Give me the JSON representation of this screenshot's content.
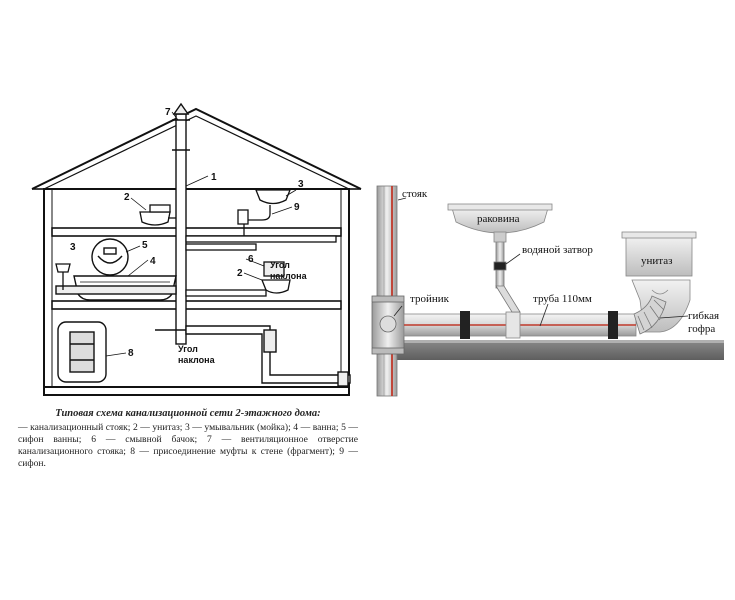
{
  "left": {
    "numbers": [
      "1",
      "2",
      "3",
      "4",
      "5",
      "6",
      "7",
      "8",
      "9",
      "2",
      "3"
    ],
    "angle_label_1": [
      "Угол",
      "наклона"
    ],
    "angle_label_2": [
      "Угол",
      "наклона"
    ]
  },
  "caption": {
    "title": "Типовая схема канализационной сети 2-этажного дома:",
    "body": "— канализационный стояк; 2 — унитаз; 3 — умывальник (мойка); 4 — ванна; 5 — сифон ванны; 6 — смывной бачок; 7 — вентиляционное отверстие канализационного стояка; 8 — присоединение муфты к стене (фрагмент); 9 — сифон."
  },
  "right": {
    "riser": "стояк",
    "sink": "раковина",
    "water_seal": "водяной затвор",
    "toilet": "унитаз",
    "tee": "тройник",
    "pipe": "труба 110мм",
    "flex": [
      "гибкая",
      "гофра"
    ]
  }
}
